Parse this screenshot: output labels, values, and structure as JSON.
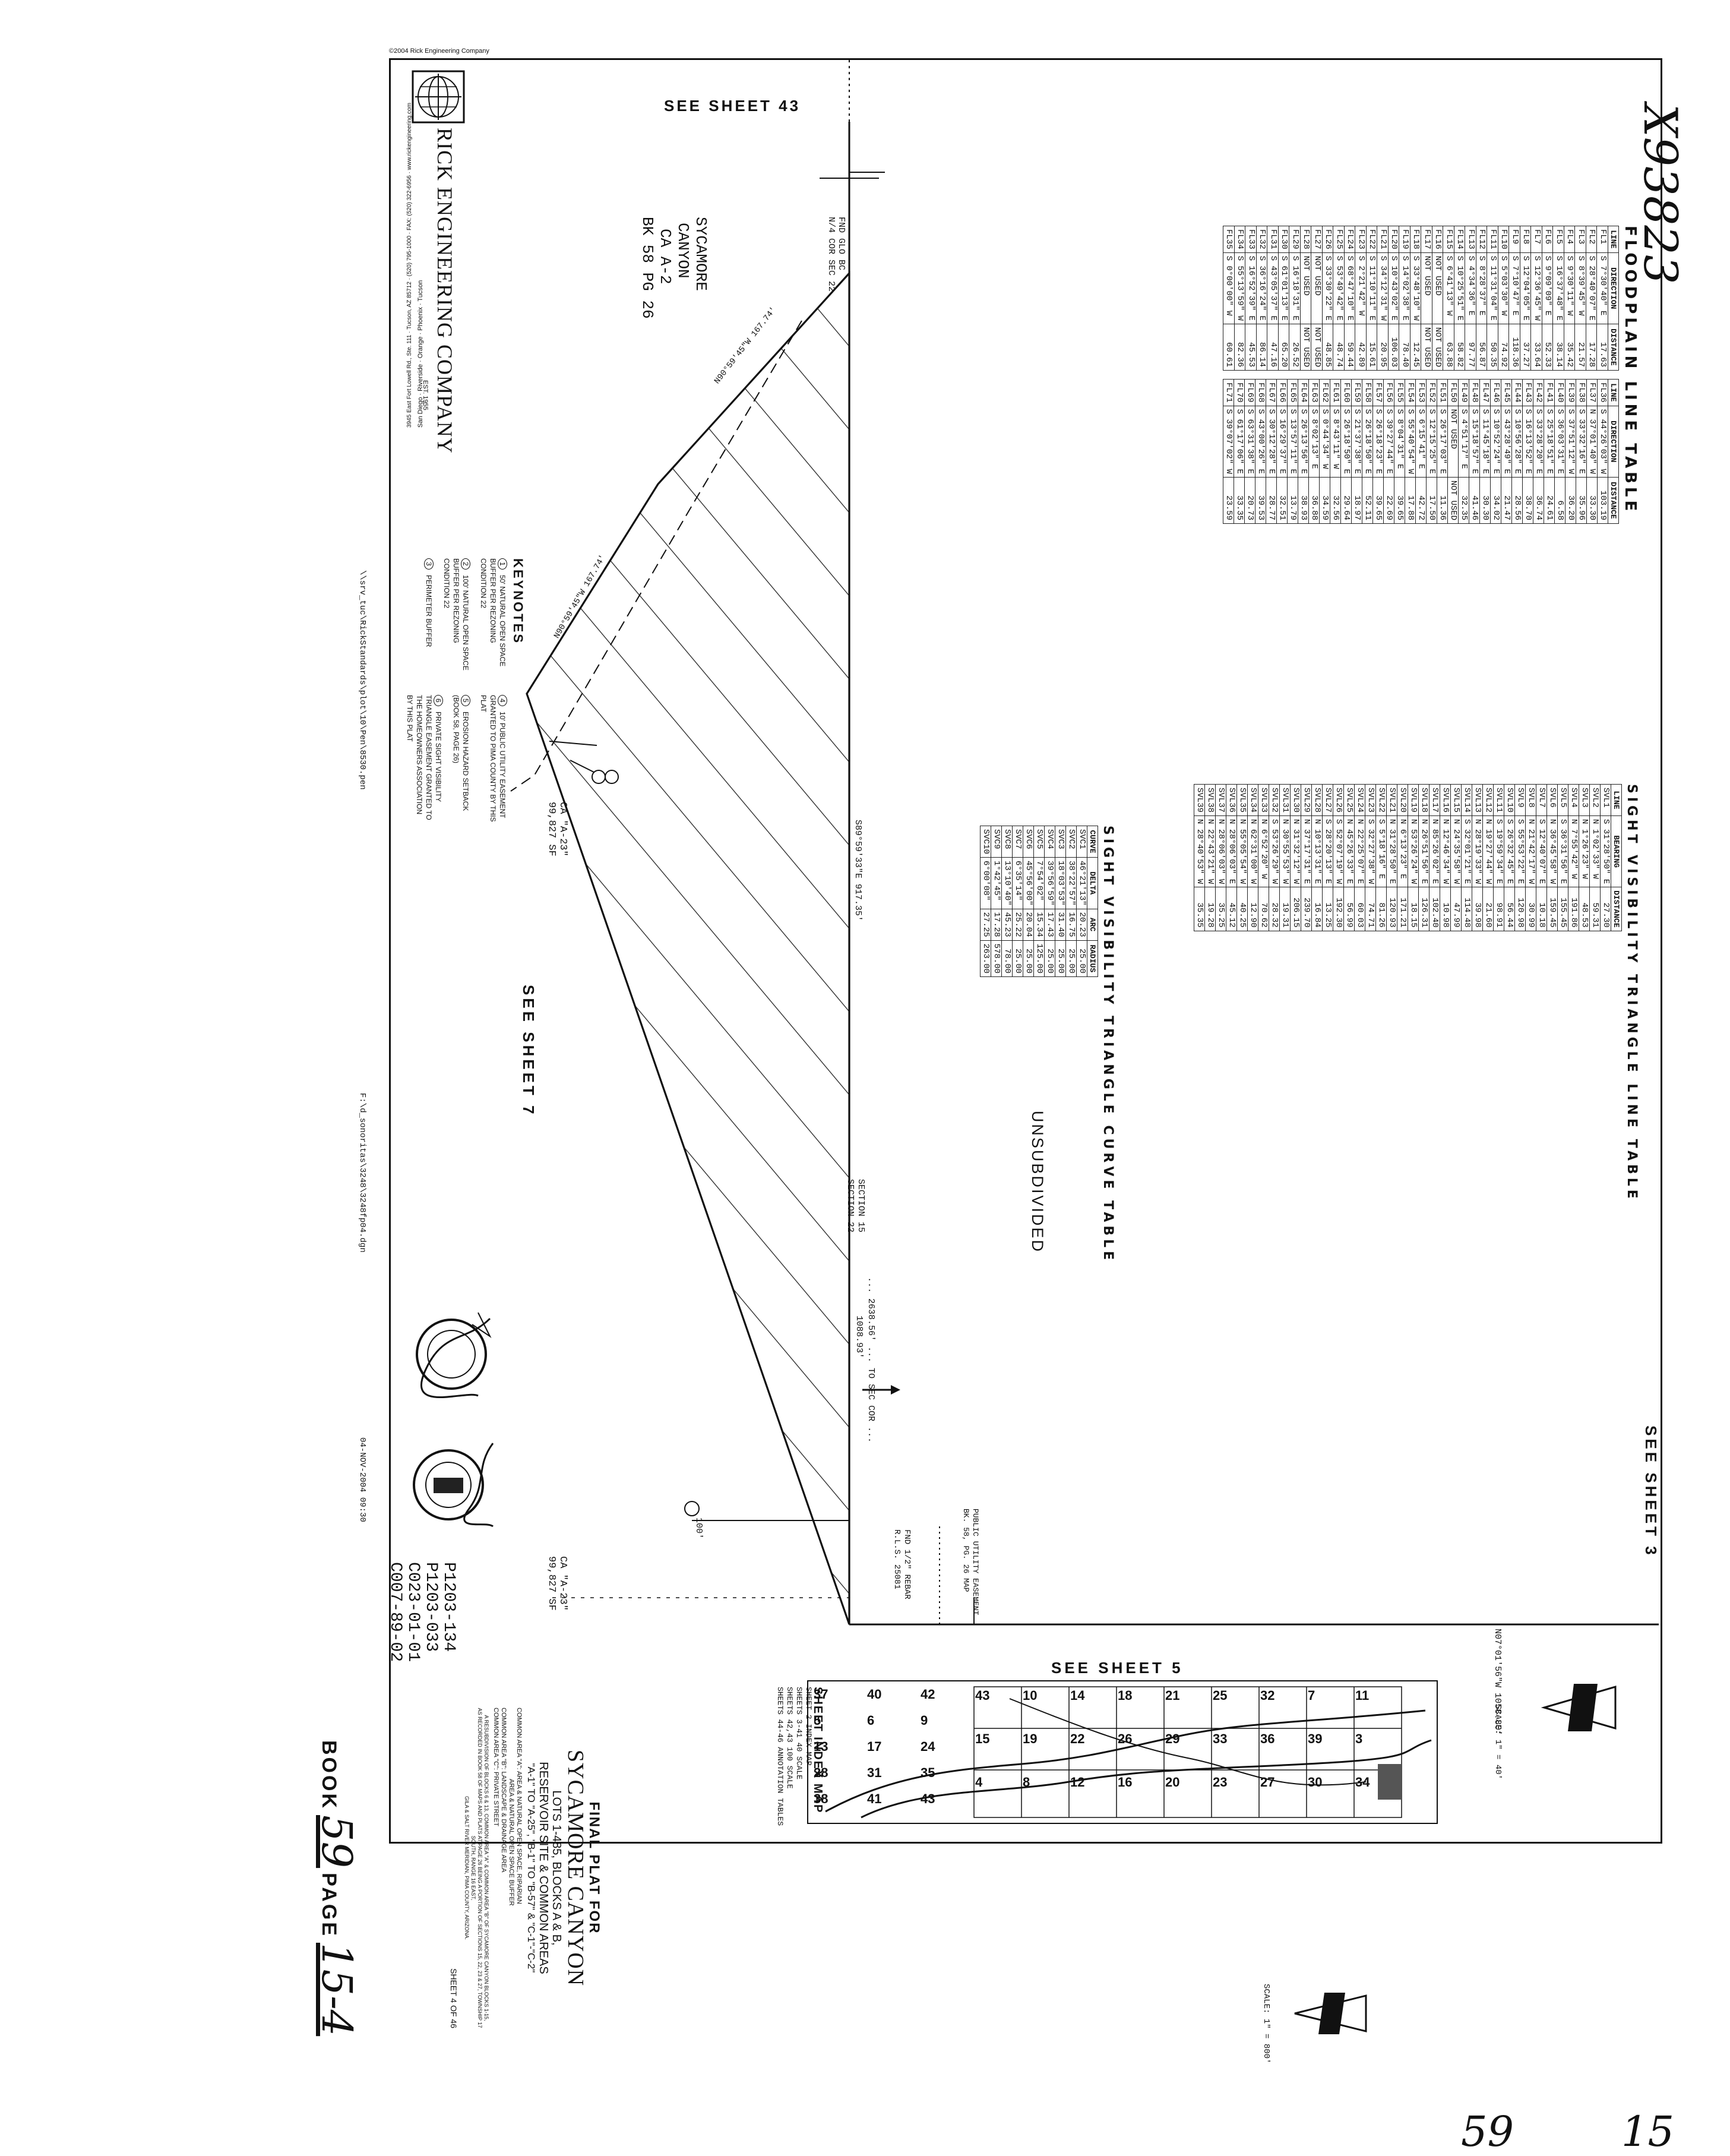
{
  "copyright": "©2004 Rick Engineering Company",
  "handwritten_id": "X93823",
  "company": {
    "name": "RICK ENGINEERING COMPANY",
    "offices": "San Diego · Riverside · Orange · Phoenix · Tucson",
    "address": "3945 East Fort Lowell Rd., Ste. 111 · Tucson, AZ 85712 · (520) 795-1000 · FAX: (520) 322-6956 · www.rickengineering.com",
    "established": "EST. 1955"
  },
  "labels": {
    "see_sheet_43": "SEE SHEET 43",
    "see_sheet_3": "SEE SHEET 3",
    "see_sheet_5": "SEE SHEET 5",
    "see_sheet_7": "SEE SHEET 7",
    "sycamore_1": "SYCAMORE",
    "sycamore_2": "CANYON",
    "sycamore_3": "CA A-2",
    "sycamore_4": "BK 58 PG 26",
    "fnd_corner": "FND GLO BC",
    "fnd_corner2": "N/4 COR SEC 22",
    "unsubdivided": "UNSUBDIVIDED",
    "section_line_1": "SECTION 15",
    "section_line_2": "SECTION 22",
    "to_sec_cor": "... 2638.56' ... TO SEC COR ...",
    "dist_1088": "1088.93'",
    "bearing_1": "S89°59'33\"E 917.35'",
    "bearing_2": "N90°59'45\"W 167.74'",
    "bearing_3": "N07°01'56\"W 1058.80'",
    "fnd_rebar": "FND 1/2\" REBAR",
    "fnd_rebar2": "R.L.S. 25081",
    "pue_label": "PUBLIC UTILITY EASEMENT",
    "pue_label2": "BK. 58, PG. 26 MAP",
    "ca_left": "CA \"A-23\"",
    "ca_left_sf": "99,827 SF",
    "ca_right": "CA \"A-23\"",
    "ca_right_sf": "99,827 SF",
    "dim_100": "100'",
    "file_path": "\\\\srv_tuc\\RickStandards\\plot\\10\\Pen\\8530.pen",
    "file_name": "F:\\d_sonoritas\\3248\\3248fp04.dgn",
    "date": "04-NOV-2004    09:30",
    "scale_40": "SCALE: 1\" = 40'",
    "scale_800": "SCALE: 1\" = 800'"
  },
  "keynotes": {
    "title": "KEYNOTES",
    "items": [
      {
        "num": "1",
        "text": "50' NATURAL OPEN SPACE BUFFER PER REZONING CONDITION 22"
      },
      {
        "num": "2",
        "text": "100' NATURAL OPEN SPACE BUFFER PER REZONING CONDITION 22"
      },
      {
        "num": "3",
        "text": "PERIMETER BUFFER"
      },
      {
        "num": "4",
        "text": "10' PUBLIC UTILITY EASEMENT GRANTED TO PIMA COUNTY BY THIS PLAT"
      },
      {
        "num": "5",
        "text": "EROSION HAZARD SETBACK (BOOK 58, PAGE 26)"
      },
      {
        "num": "6",
        "text": "PRIVATE SIGHT VISIBILITY TRIANGLE EASEMENT GRANTED TO THE HOMEOWNERS ASSOCIATION BY THIS PLAT"
      }
    ]
  },
  "title_block": {
    "line1": "FINAL PLAT FOR",
    "line2": "SYCAMORE CANYON",
    "line3": "LOTS 1-485, BLOCKS A & B,",
    "line4": "RESERVOIR SITE & COMMON AREAS",
    "line5": "\"A-1\" TO \"A-25\", \"B-1\" TO \"B-57\" & \"C-1\"-\"C-2\"",
    "line6": "COMMON AREA \"A\":  AREA & NATURAL OPEN SPACE, RIPARIAN",
    "line7": "AREA & NATURAL OPEN SPACE BUFFER",
    "line8": "COMMON AREA \"B\":  LANDSCAPE & DRAINAGE AREA",
    "line9": "COMMON AREA \"C\":  PRIVATE STREET",
    "line10": "A RESUBDIVISION OF BLOCKS 6 & 13, COMMON AREA \"A\" & COMMON AREA \"B\" OF SYCAMORE CANYON BLOCKS 1-15,",
    "line11": "AS RECORDED IN BOOK 58 OF MAPS AND PLATS AT PAGE 26 BEING A PORTION OF SECTIONS 15, 22, 23 & 27, TOWNSHIP 17 SOUTH, RANGE 16 EAST,",
    "line12": "GILA & SALT RIVER MERIDIAN, PIMA COUNTY, ARIZONA.",
    "sheet": "SHEET 4  OF  46",
    "codes": [
      "P1203-134",
      "P1203-033",
      "C023-01-01",
      "C007-89-02"
    ]
  },
  "sheet_index": {
    "title": "SHEET INDEX MAP",
    "lines": [
      "SHEET 2      INDEX MAP",
      "SHEETS 3-41   40 SCALE",
      "SHEETS 42,43  100 SCALE",
      "SHEETS 44-46  ANNOTATION TABLES"
    ],
    "cells": [
      "43",
      "10",
      "14",
      "18",
      "21",
      "25",
      "32",
      "7",
      "11",
      "15",
      "19",
      "22",
      "26",
      "29",
      "33",
      "36",
      "39",
      "3",
      "4",
      "8",
      "12",
      "16",
      "20",
      "23",
      "27",
      "30",
      "34",
      "37",
      "40",
      "42",
      "5",
      "6",
      "9",
      "13",
      "17",
      "24",
      "28",
      "31",
      "35",
      "38",
      "41",
      "43"
    ]
  },
  "book": {
    "label": "BOOK",
    "book_no": "59",
    "page_label": "PAGE",
    "page_no": "15-4",
    "footer_left": "59",
    "footer_right": "15"
  },
  "floodplain": {
    "title": "FLOODPLAIN LINE TABLE",
    "headers": [
      "LINE",
      "DIRECTION",
      "DISTANCE"
    ],
    "left": [
      [
        "FL1",
        "S 7°30'40\" E",
        "17.63"
      ],
      [
        "FL2",
        "S 28°40'07\" E",
        "17.28"
      ],
      [
        "FL3",
        "S 8°39'45\" W",
        "21.57"
      ],
      [
        "FL4",
        "S 9°30'11\" W",
        "35.42"
      ],
      [
        "FL5",
        "S 16°37'48\" E",
        "38.14"
      ],
      [
        "FL6",
        "S 9°09'09\" E",
        "52.33"
      ],
      [
        "FL7",
        "S 12°36'45\" W",
        "33.64"
      ],
      [
        "FL8",
        "S 12°04'05\" E",
        "37.27"
      ],
      [
        "FL9",
        "S 7°10'47\" E",
        "118.36"
      ],
      [
        "FL10",
        "S 5°03'30\" W",
        "74.92"
      ],
      [
        "FL11",
        "S 11°31'04\" E",
        "50.35"
      ],
      [
        "FL12",
        "S 8°28'37\" E",
        "56.87"
      ],
      [
        "FL13",
        "S 4°34'36\" E",
        "97.77"
      ],
      [
        "FL14",
        "S 10°25'51\" E",
        "58.82"
      ],
      [
        "FL15",
        "S 6°41'13\" W",
        "63.88"
      ],
      [
        "FL16",
        "NOT USED",
        "NOT USED"
      ],
      [
        "FL17",
        "NOT USED",
        "NOT USED"
      ],
      [
        "FL18",
        "S 33°48'10\" W",
        "12.45"
      ],
      [
        "FL19",
        "S 14°02'38\" E",
        "78.40"
      ],
      [
        "FL20",
        "S 10°43'02\" E",
        "106.03"
      ],
      [
        "FL21",
        "S 34°12'31\" W",
        "20.95"
      ],
      [
        "FL22",
        "S 11°10'11\" E",
        "15.61"
      ],
      [
        "FL23",
        "S 2°21'42\" W",
        "42.89"
      ],
      [
        "FL24",
        "S 68°47'10\" E",
        "59.44"
      ],
      [
        "FL25",
        "S 53°49'42\" E",
        "48.74"
      ],
      [
        "FL26",
        "S 33°30'22\" E",
        "48.85"
      ],
      [
        "FL27",
        "NOT USED",
        "NOT USED"
      ],
      [
        "FL28",
        "NOT USED",
        "NOT USED"
      ],
      [
        "FL29",
        "S 16°18'31\" E",
        "26.52"
      ],
      [
        "FL30",
        "S 61°01'13\" E",
        "65.20"
      ],
      [
        "FL31",
        "S 43°05'37\" E",
        "47.16"
      ],
      [
        "FL32",
        "S 36°16'24\" E",
        "86.14"
      ],
      [
        "FL33",
        "S 16°52'39\" E",
        "45.53"
      ],
      [
        "FL34",
        "S 55°13'59\" W",
        "82.36"
      ],
      [
        "FL35",
        "S 0°00'00\" W",
        "60.61"
      ]
    ],
    "right": [
      [
        "FL36",
        "S 44°26'03\" W",
        "103.19"
      ],
      [
        "FL37",
        "N 37°01'40\" W",
        "33.30"
      ],
      [
        "FL38",
        "S 33°32'16\" E",
        "35.96"
      ],
      [
        "FL39",
        "S 37°51'12\" W",
        "36.20"
      ],
      [
        "FL40",
        "S 36°03'31\" E",
        "6.58"
      ],
      [
        "FL41",
        "S 25°18'51\" E",
        "24.61"
      ],
      [
        "FL42",
        "S 33°28'20\" E",
        "36.74"
      ],
      [
        "FL43",
        "S 16°13'52\" E",
        "38.70"
      ],
      [
        "FL44",
        "S 10°56'28\" E",
        "28.56"
      ],
      [
        "FL45",
        "S 43°28'49\" E",
        "21.47"
      ],
      [
        "FL46",
        "S 10°52'24\" E",
        "34.02"
      ],
      [
        "FL47",
        "S 11°45'18\" E",
        "30.30"
      ],
      [
        "FL48",
        "S 15°18'57\" E",
        "41.46"
      ],
      [
        "FL49",
        "S 4°51'17\" E",
        "32.35"
      ],
      [
        "FL50",
        "NOT USED",
        "NOT USED"
      ],
      [
        "FL51",
        "S 26°17'03\" E",
        "11.36"
      ],
      [
        "FL52",
        "S 12°15'25\" E",
        "17.50"
      ],
      [
        "FL53",
        "S 6°15'41\" E",
        "42.72"
      ],
      [
        "FL54",
        "S 55°40'54\" W",
        "17.88"
      ],
      [
        "FL55",
        "S 8°04'31\" E",
        "39.65"
      ],
      [
        "FL56",
        "S 39°27'44\" E",
        "22.69"
      ],
      [
        "FL57",
        "S 26°18'23\" E",
        "39.65"
      ],
      [
        "FL58",
        "S 26°18'50\" E",
        "52.11"
      ],
      [
        "FL59",
        "S 21°37'38\" E",
        "18.97"
      ],
      [
        "FL60",
        "S 26°18'50\" E",
        "29.64"
      ],
      [
        "FL61",
        "S 8°43'11\" W",
        "32.56"
      ],
      [
        "FL62",
        "S 0°44'34\" W",
        "34.59"
      ],
      [
        "FL63",
        "S 8°02'13\" E",
        "36.88"
      ],
      [
        "FL64",
        "S 26°13'56\" E",
        "38.93"
      ],
      [
        "FL65",
        "S 13°57'11\" E",
        "13.79"
      ],
      [
        "FL66",
        "S 16°29'37\" E",
        "32.51"
      ],
      [
        "FL67",
        "S 30°12'28\" E",
        "28.77"
      ],
      [
        "FL68",
        "S 43°00'26\" E",
        "39.53"
      ],
      [
        "FL69",
        "S 63°31'38\" E",
        "20.73"
      ],
      [
        "FL70",
        "S 61°17'06\" E",
        "33.35"
      ],
      [
        "FL71",
        "S 39°07'02\" W",
        "23.59"
      ]
    ]
  },
  "sight_line": {
    "title": "SIGHT VISIBILITY TRIANGLE LINE TABLE",
    "headers": [
      "LINE",
      "BEARING",
      "DISTANCE"
    ],
    "rows": [
      [
        "SVL1",
        "S 31°28'50\" E",
        "27.30"
      ],
      [
        "SVL2",
        "N 1°02'33\" W",
        "59.31"
      ],
      [
        "SVL3",
        "N 1°26'23\" W",
        "48.53"
      ],
      [
        "SVL4",
        "N 7°55'42\" W",
        "191.86"
      ],
      [
        "SVL5",
        "S 36°31'56\" E",
        "155.45"
      ],
      [
        "SVL6",
        "N 36°45'58\" W",
        "159.45"
      ],
      [
        "SVL7",
        "S 12°40'07\" E",
        "10.18"
      ],
      [
        "SVL8",
        "N 21°42'17\" W",
        "30.99"
      ],
      [
        "SVL9",
        "S 55°53'22\" E",
        "120.98"
      ],
      [
        "SVL10",
        "S 26°32'45\" E",
        "56.44"
      ],
      [
        "SVL11",
        "S 19°59'34\" E",
        "98.91"
      ],
      [
        "SVL12",
        "N 19°27'44\" W",
        "21.60"
      ],
      [
        "SVL13",
        "N 28°19'33\" W",
        "39.98"
      ],
      [
        "SVL14",
        "S 32°01'21\" E",
        "114.48"
      ],
      [
        "SVL15",
        "N 24°35'58\" W",
        "47.99"
      ],
      [
        "SVL16",
        "N 12°46'34\" W",
        "10.98"
      ],
      [
        "SVL17",
        "N 85°26'02\" E",
        "102.40"
      ],
      [
        "SVL18",
        "N 26°51'56\" E",
        "126.31"
      ],
      [
        "SVL19",
        "N 53°26'24\" W",
        "18.15"
      ],
      [
        "SVL20",
        "N 6°13'23\" E",
        "171.21"
      ],
      [
        "SVL21",
        "N 31°28'50\" E",
        "120.93"
      ],
      [
        "SVL22",
        "S 5°18'16\" E",
        "81.26"
      ],
      [
        "SVL23",
        "S 32°27'38\" W",
        "74.71"
      ],
      [
        "SVL24",
        "N 22°25'07\" E",
        "60.03"
      ],
      [
        "SVL25",
        "N 45°26'33\" E",
        "56.99"
      ],
      [
        "SVL26",
        "S 52°07'19\" W",
        "192.30"
      ],
      [
        "SVL27",
        "S 28°20'13\" E",
        "13.25"
      ],
      [
        "SVL28",
        "N 10°13'31\" E",
        "16.84"
      ],
      [
        "SVL29",
        "N 37°17'31\" E",
        "239.70"
      ],
      [
        "SVL30",
        "N 31°32'12\" W",
        "206.15"
      ],
      [
        "SVL31",
        "N 30°55'53\" W",
        "19.31"
      ],
      [
        "SVL32",
        "S 53°26'29\" W",
        "28.32"
      ],
      [
        "SVL33",
        "N 6°52'20\" W",
        "70.62"
      ],
      [
        "SVL34",
        "N 62°31'00\" W",
        "12.90"
      ],
      [
        "SVL35",
        "N 55°05'54\" W",
        "40.25"
      ],
      [
        "SVL36",
        "N 28°06'03\" E",
        "45.12"
      ],
      [
        "SVL37",
        "N 28°06'03\" W",
        "35.25"
      ],
      [
        "SVL38",
        "N 22°43'21\" W",
        "19.28"
      ],
      [
        "SVL39",
        "N 28°40'53\" W",
        "35.35"
      ]
    ]
  },
  "sight_curve": {
    "title": "SIGHT VISIBILITY TRIANGLE CURVE TABLE",
    "headers": [
      "CURVE",
      "DELTA",
      "ARC",
      "RADIUS"
    ],
    "rows": [
      [
        "SVC1",
        "46°21'13\"",
        "20.23",
        "25.00"
      ],
      [
        "SVC2",
        "38°22'57\"",
        "16.75",
        "25.00"
      ],
      [
        "SVC3",
        "18°03'53\"",
        "31.40",
        "25.00"
      ],
      [
        "SVC4",
        "39°56'59\"",
        "17.43",
        "25.00"
      ],
      [
        "SVC5",
        "7°54'02\"",
        "15.34",
        "125.00"
      ],
      [
        "SVC6",
        "45°56'00\"",
        "20.04",
        "25.00"
      ],
      [
        "SVC7",
        "6°35'14\"",
        "25.22",
        "25.00"
      ],
      [
        "SVC8",
        "13°10'40\"",
        "45.23",
        "78.00"
      ],
      [
        "SVC9",
        "1°42'45\"",
        "17.28",
        "578.00"
      ],
      [
        "SVC10",
        "6°00'08\"",
        "27.25",
        "263.00"
      ]
    ]
  }
}
